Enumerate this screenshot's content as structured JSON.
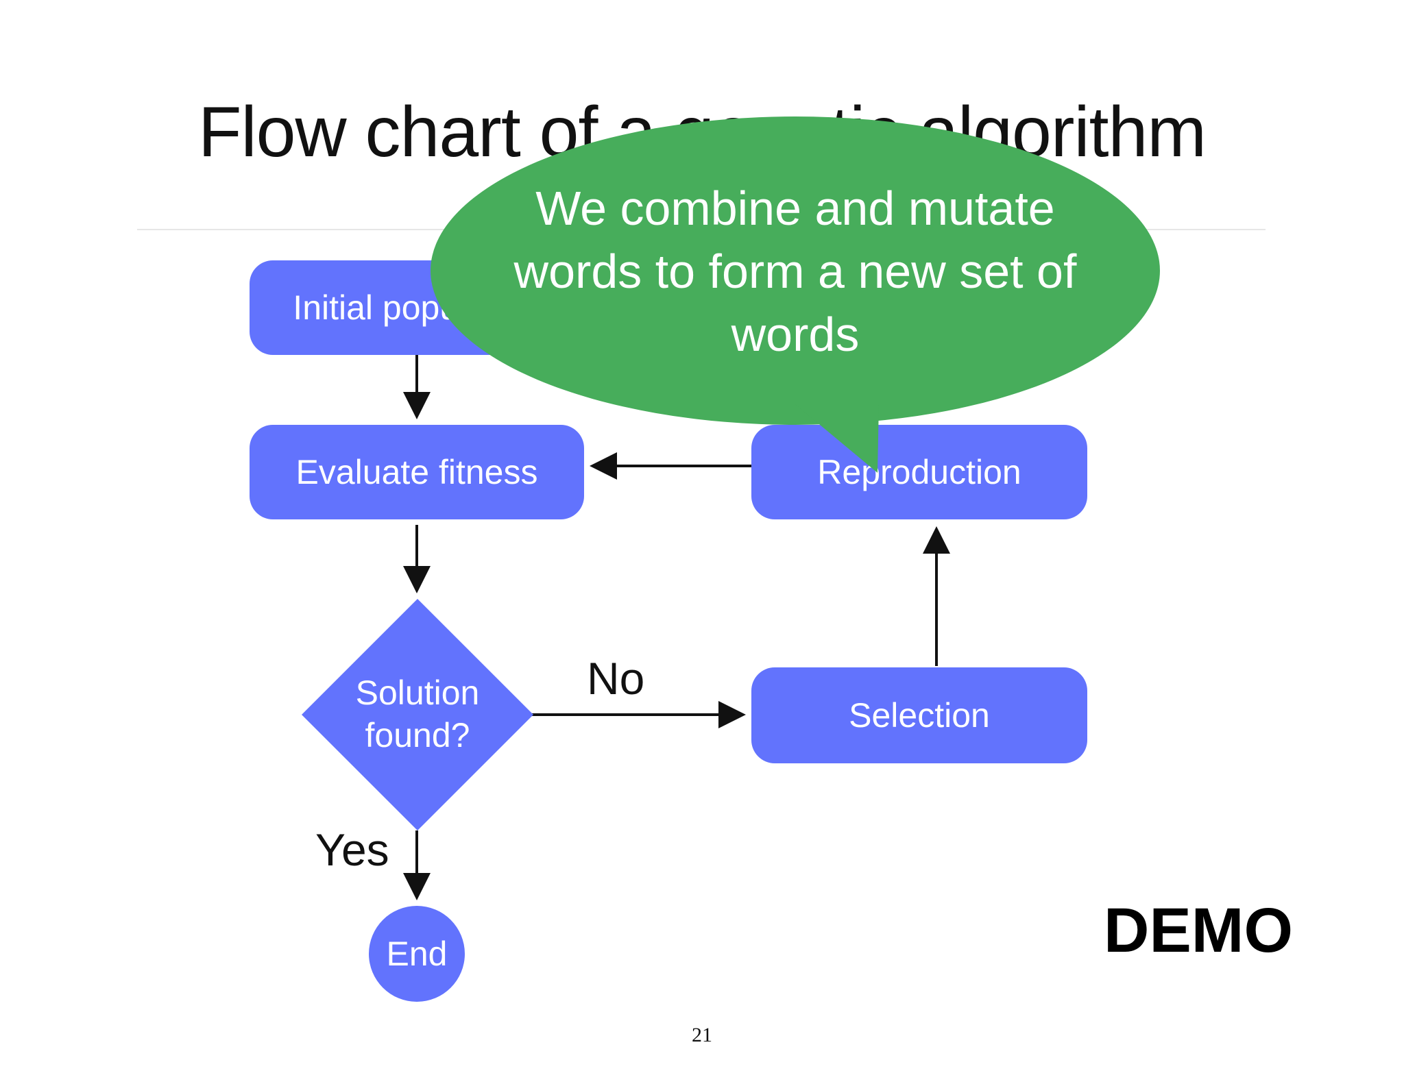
{
  "slide": {
    "title": "Flow chart of a genetic algorithm",
    "page_number": "21",
    "demo_label": "DEMO"
  },
  "flowchart": {
    "nodes": {
      "initial_population": "Initial population",
      "evaluate_fitness": "Evaluate fitness",
      "decision": "Solution found?",
      "end": "End",
      "reproduction": "Reproduction",
      "selection": "Selection"
    },
    "edge_labels": {
      "no": "No",
      "yes": "Yes"
    }
  },
  "callout": {
    "text": "We combine and mutate words to form a new set of words"
  },
  "colors": {
    "node_fill": "#6273fd",
    "callout_fill": "#47ad5b",
    "text_on_fill": "#ffffff",
    "connector": "#111111"
  }
}
